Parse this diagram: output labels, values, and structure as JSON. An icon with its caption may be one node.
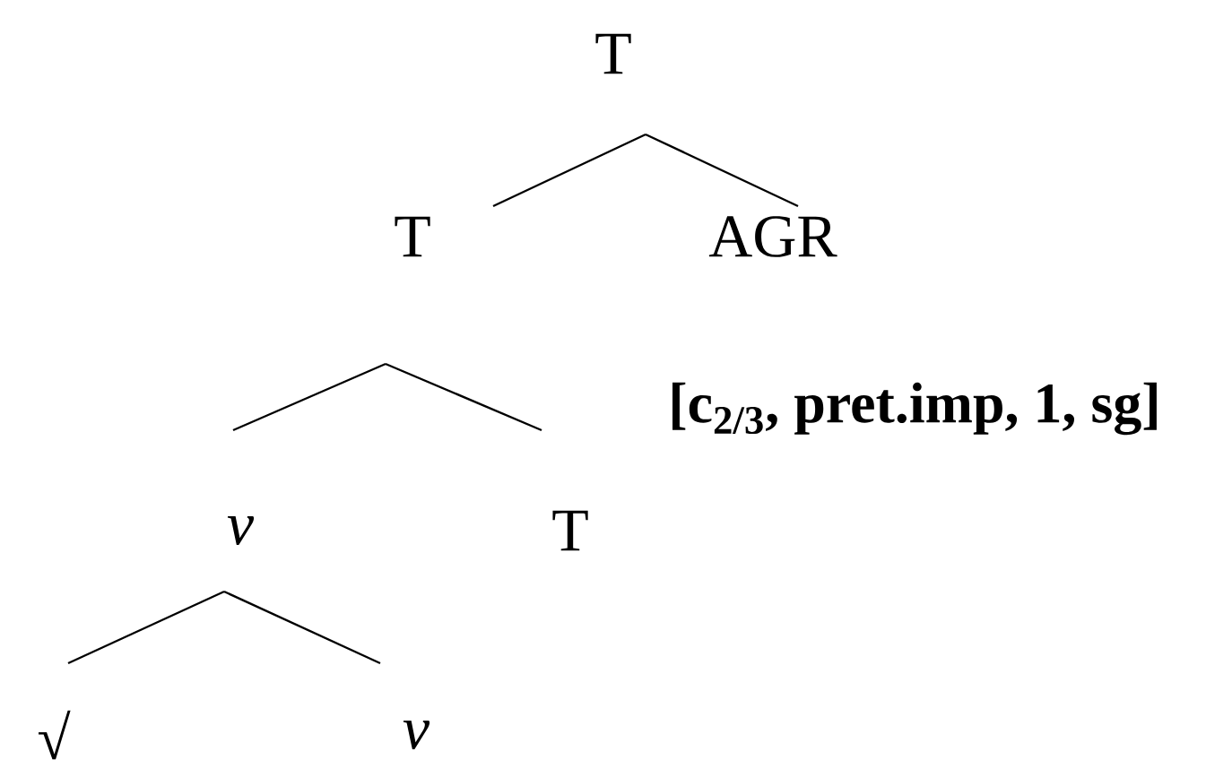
{
  "diagram": {
    "nodes": [
      {
        "text": [
          "T"
        ]
      },
      {
        "text": [
          "T"
        ]
      },
      {
        "text": [
          "AGR"
        ],
        "beside": [
          "[c$_{2/3}$, pret.imp, 1, sg]"
        ]
      },
      {
        "text": [
          "v"
        ]
      },
      {
        "text": [
          "T"
        ]
      },
      {
        "text": [
          "√"
        ]
      },
      {
        "text": [
          "v"
        ]
      }
    ],
    "edges": [
      {
        "from": 0,
        "to": 1,
        "arrow": "none"
      },
      {
        "from": 0,
        "to": 2,
        "arrow": "none"
      },
      {
        "from": 1,
        "to": 3,
        "arrow": "none"
      },
      {
        "from": 1,
        "to": 4,
        "arrow": "none"
      },
      {
        "from": 3,
        "to": 5,
        "arrow": "none"
      },
      {
        "from": 3,
        "to": 6,
        "arrow": "none"
      }
    ]
  }
}
